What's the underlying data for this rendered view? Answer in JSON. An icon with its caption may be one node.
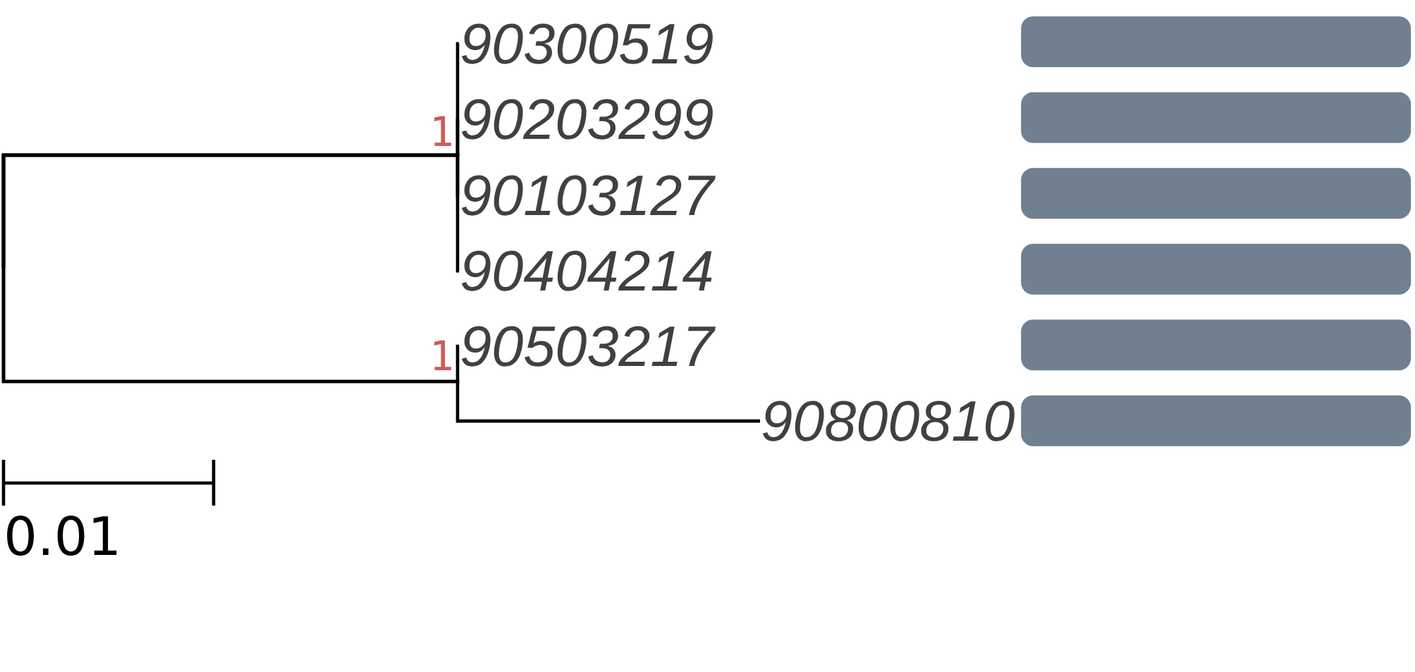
{
  "diagram": {
    "nodes": [
      {
        "text": [
          "90300519"
        ]
      },
      {
        "text": [
          "90203299"
        ]
      },
      {
        "text": [
          "90103127"
        ]
      },
      {
        "text": [
          "90404214"
        ]
      },
      {
        "text": [
          "90503217"
        ]
      },
      {
        "text": [
          "90800810"
        ]
      },
      {
        "text": [],
        "shape": "bar"
      },
      {
        "text": [],
        "shape": "bar"
      },
      {
        "text": [],
        "shape": "bar"
      },
      {
        "text": [],
        "shape": "bar"
      },
      {
        "text": [],
        "shape": "bar"
      },
      {
        "text": [],
        "shape": "bar"
      }
    ],
    "edges": [
      {
        "from": null,
        "to": 0,
        "arrow": "none"
      },
      {
        "from": null,
        "to": 1,
        "arrow": "none"
      },
      {
        "from": null,
        "to": 2,
        "arrow": "none"
      },
      {
        "from": null,
        "to": 3,
        "arrow": "none"
      },
      {
        "from": null,
        "to": 4,
        "arrow": "none"
      },
      {
        "from": null,
        "to": 5,
        "arrow": "none"
      }
    ],
    "labels": [
      "1",
      "1",
      "0.01"
    ]
  }
}
